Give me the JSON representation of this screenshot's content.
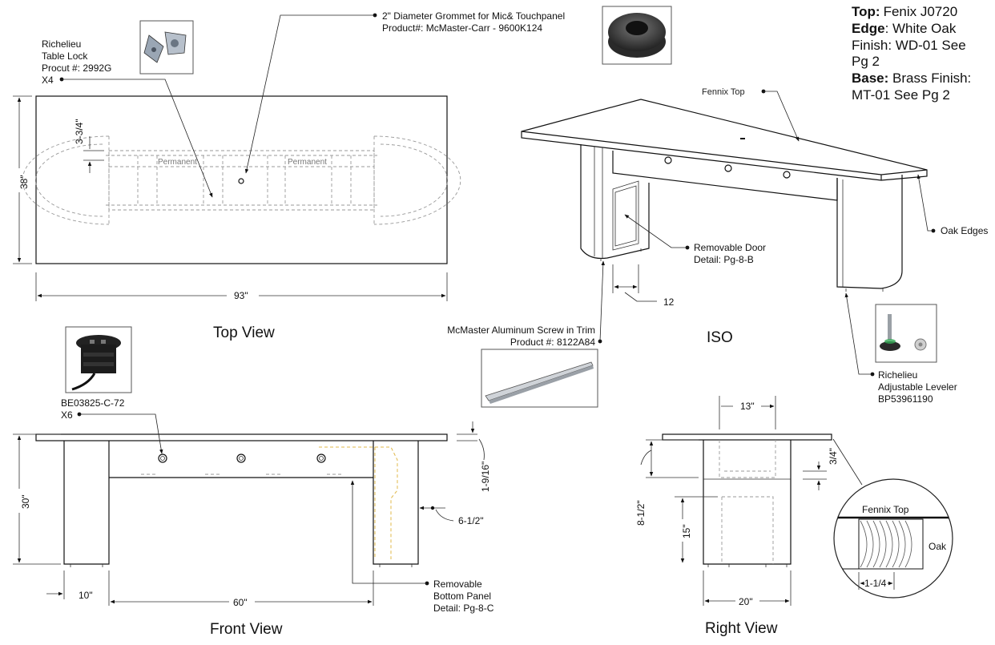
{
  "spec": {
    "top_label": "Top:",
    "top_value": "Fenix J0720",
    "edge_label": "Edge",
    "edge_value": ": White Oak",
    "edge_line2": "Finish: WD-01 See",
    "edge_line3": "Pg 2",
    "base_label": "Base:",
    "base_value": " Brass Finish:",
    "base_line2": "MT-01 See Pg 2"
  },
  "views": {
    "top": "Top View",
    "iso": "ISO",
    "front": "Front View",
    "right": "Right View"
  },
  "callouts": {
    "table_lock": [
      "Richelieu",
      "Table Lock",
      "Procut #: 2992G",
      "X4"
    ],
    "grommet": [
      "2\" Diameter Grommet for Mic& Touchpanel",
      "Product#: McMaster-Carr - 9600K124"
    ],
    "fennix_top": "Fennix Top",
    "oak_edges": "Oak Edges",
    "removable_door": [
      "Removable Door",
      "Detail: Pg-8-B"
    ],
    "screw": [
      "McMaster Aluminum Screw in Trim",
      "Product #: 8122A84"
    ],
    "leveler": [
      "Richelieu",
      "Adjustable Leveler",
      "BP53961190"
    ],
    "power": [
      "BE03825-C-72",
      "X6"
    ],
    "bottom_panel": [
      "Removable",
      "Bottom Panel",
      "Detail: Pg-8-C"
    ],
    "permanent": "Permanent"
  },
  "dims": {
    "top_width": "93\"",
    "top_depth": "38\"",
    "top_offset": "3-3/4\"",
    "iso_12": "12",
    "front_height": "30\"",
    "front_10": "10\"",
    "front_60": "60\"",
    "front_thick": "1-9/16\"",
    "front_65": "6-1/2\"",
    "right_13": "13\"",
    "right_34": "3/4\"",
    "right_812": "8-1/2\"",
    "right_15": "15\"",
    "right_20": "20\""
  },
  "detail": {
    "top": "Fennix Top",
    "oak": "Oak",
    "width": "1-1/4"
  }
}
